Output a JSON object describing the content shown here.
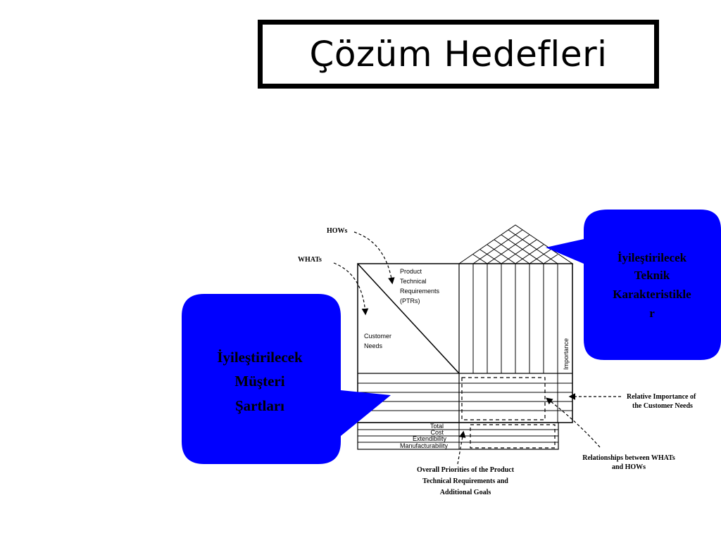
{
  "title": "Çözüm Hedefleri",
  "callouts": {
    "customer": [
      "İyileştirilecek",
      "Müşteri",
      "Şartları"
    ],
    "technical": [
      "İyileştirilecek",
      "Teknik",
      "Karakteristikle",
      "r"
    ]
  },
  "diagram": {
    "hows": "HOWs",
    "whats": "WHATs",
    "ptr": [
      "Product",
      "Technical",
      "Requirements",
      "(PTRs)"
    ],
    "customer_needs": [
      "Customer",
      "Needs"
    ],
    "importance": "Importance",
    "bottom_rows": [
      "Total",
      "Cost",
      "Extendibility",
      "Manufacturability"
    ],
    "relative_importance": [
      "Relative Importance of",
      "the Customer Needs"
    ],
    "relationships": [
      "Relationships between WHATs",
      "and HOWs"
    ],
    "overall": [
      "Overall Priorities of the Product",
      "Technical Requirements and",
      "Additional Goals"
    ]
  },
  "colors": {
    "callout_fill": "#0000ff",
    "title_border": "#000000"
  }
}
